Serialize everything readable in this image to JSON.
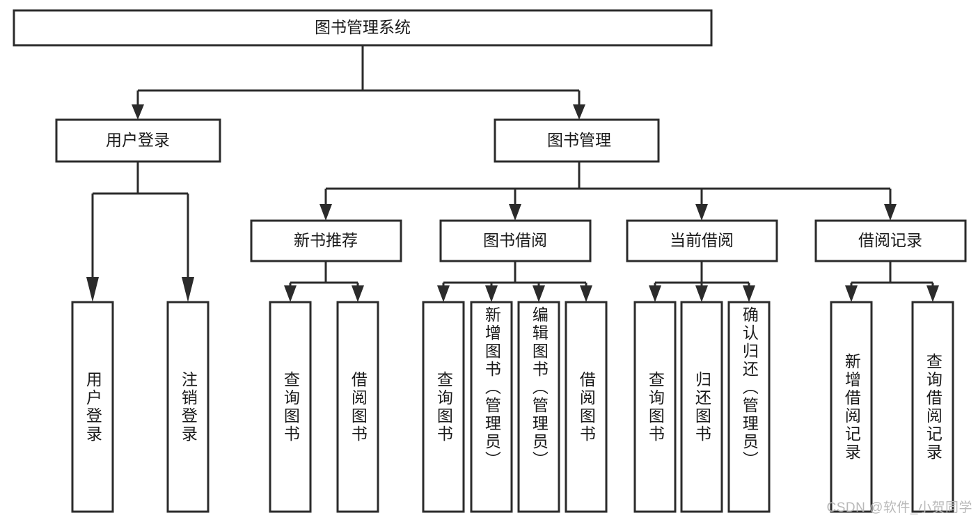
{
  "diagram": {
    "title": "图书管理系统",
    "watermark": "CSDN @软件_小贺同学",
    "colors": {
      "stroke": "#2b2b2b",
      "fill": "#ffffff",
      "text": "#1a1a1a",
      "watermark": "#b9b9b9",
      "background": "#ffffff"
    },
    "root": {
      "label": "图书管理系统"
    },
    "level2": [
      {
        "label": "用户登录"
      },
      {
        "label": "图书管理"
      }
    ],
    "level3": [
      {
        "label": "新书推荐"
      },
      {
        "label": "图书借阅"
      },
      {
        "label": "当前借阅"
      },
      {
        "label": "借阅记录"
      }
    ],
    "leaves": {
      "user_login": [
        {
          "label": "用户登录"
        },
        {
          "label": "注销登录"
        }
      ],
      "new_book_recommend": [
        {
          "label": "查询图书"
        },
        {
          "label": "借阅图书"
        }
      ],
      "book_borrow": [
        {
          "label": "查询图书"
        },
        {
          "label": "新增图书（管理员）"
        },
        {
          "label": "编辑图书（管理员）"
        },
        {
          "label": "借阅图书"
        }
      ],
      "current_borrow": [
        {
          "label": "查询图书"
        },
        {
          "label": "归还图书"
        },
        {
          "label": "确认归还（管理员）"
        }
      ],
      "borrow_record": [
        {
          "label": "新增借阅记录"
        },
        {
          "label": "查询借阅记录"
        }
      ]
    }
  }
}
